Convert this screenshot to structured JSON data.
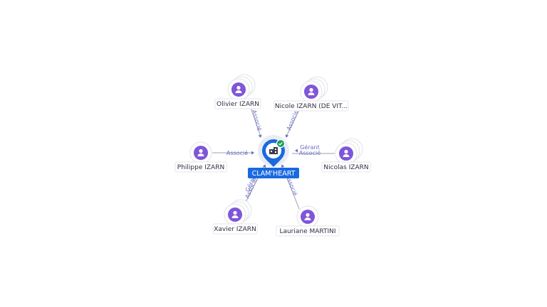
{
  "company": {
    "name": "CLAM'HEART",
    "icon": "building-icon",
    "status_icon": "check-icon",
    "pin_color": "#1a6ae0",
    "check_color": "#1f9d55"
  },
  "people": [
    {
      "id": "olivier",
      "name": "Olivier IZARN",
      "stacked": true,
      "roles": [
        "Associé"
      ]
    },
    {
      "id": "nicole",
      "name": "Nicole IZARN (DE VIT...",
      "stacked": true,
      "roles": [
        "Associé"
      ]
    },
    {
      "id": "philippe",
      "name": "Philippe IZARN",
      "stacked": false,
      "roles": [
        "Associé"
      ]
    },
    {
      "id": "nicolas",
      "name": "Nicolas IZARN",
      "stacked": true,
      "roles": [
        "Gérant",
        "Associé"
      ]
    },
    {
      "id": "xavier",
      "name": "Xavier IZARN",
      "stacked": true,
      "roles": [
        "Gérant",
        "Associé"
      ]
    },
    {
      "id": "lauriane",
      "name": "Lauriane MARTINI",
      "stacked": false,
      "roles": [
        "Associé"
      ]
    }
  ],
  "colors": {
    "person_disc": "#7f56d9",
    "edge": "#9aa0ad",
    "edge_label": "#6b6fc4"
  }
}
